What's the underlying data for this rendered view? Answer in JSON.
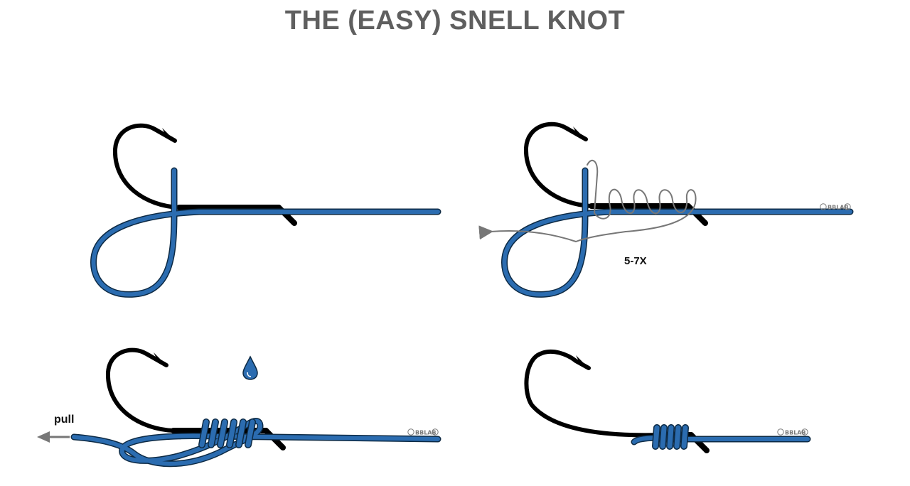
{
  "title": "THE (EASY) SNELL KNOT",
  "steps": {
    "step2": {
      "wraps_label": "5-7X"
    },
    "step3": {
      "pull_label": "pull"
    }
  },
  "watermark": "BBLAB",
  "icons": [
    "hook-icon",
    "water-drop-icon",
    "arrow-left-icon",
    "copyright-icon"
  ],
  "colors": {
    "line": "#2b6cb0",
    "line_outline": "#0d2a44",
    "hook": "#000000",
    "wrap_line": "#777777",
    "title": "#5f5f5f"
  }
}
